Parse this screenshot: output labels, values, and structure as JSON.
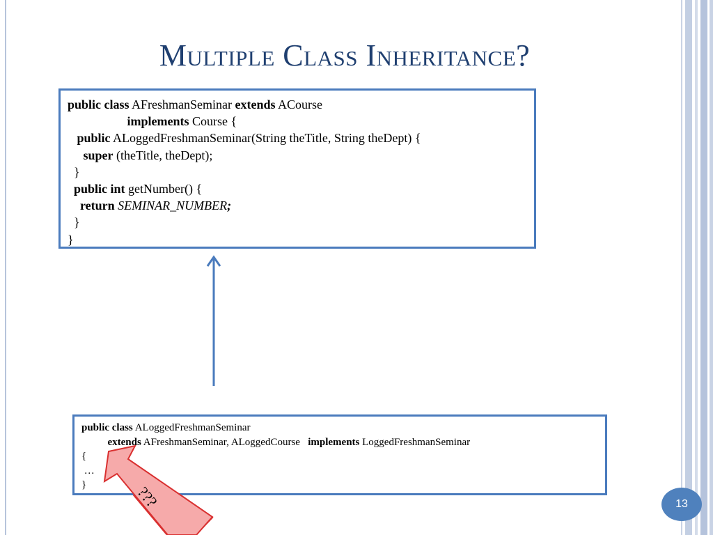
{
  "slide": {
    "title": "Multiple Class Inheritance?",
    "page_number": "13"
  },
  "top_code": {
    "l1_kw1": "public class",
    "l1_t1": " AFreshmanSeminar ",
    "l1_kw2": "extends",
    "l1_t2": " ACourse",
    "l2_indent": "                   ",
    "l2_kw": "implements",
    "l2_t": " Course {",
    "l3_indent": "   ",
    "l3_kw": "public",
    "l3_t": " ALoggedFreshmanSeminar(String theTitle, String theDept) {",
    "l4_indent": "     ",
    "l4_kw": "super",
    "l4_t": " (theTitle, theDept);",
    "l5": "  }",
    "l6_indent": "  ",
    "l6_kw": "public int",
    "l6_t": " getNumber() {",
    "l7_indent": "    ",
    "l7_kw": "return",
    "l7_t": " ",
    "l7_it": "SEMINAR_NUMBER",
    "l7_semi": ";",
    "l8": "  }",
    "l9": "}"
  },
  "bottom_code": {
    "l1_kw": "public class",
    "l1_t": " ALoggedFreshmanSeminar",
    "l2_indent": "          ",
    "l2_kw1": "extends",
    "l2_t1": " AFreshmanSeminar, ALoggedCourse   ",
    "l2_kw2": "implements",
    "l2_t2": " LoggedFreshmanSeminar",
    "l3": "{",
    "l4": " …",
    "l5": "}"
  },
  "annotation": {
    "label": "???"
  },
  "colors": {
    "title": "#1f3f70",
    "box_border": "#4a7bbd",
    "arrow_blue": "#4a7bbd",
    "callout_fill": "#f4a6a6",
    "callout_stroke": "#d93030",
    "badge": "#4f81bd"
  }
}
